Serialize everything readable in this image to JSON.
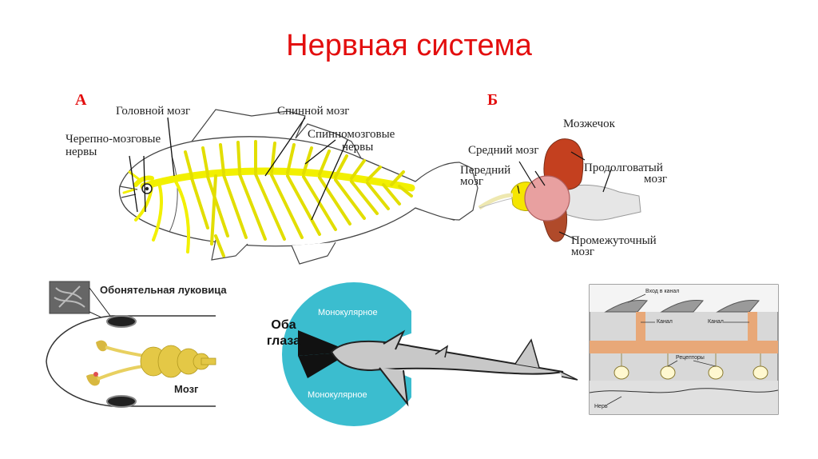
{
  "title": "Нервная система",
  "panel_a": {
    "letter": "А",
    "labels": {
      "brain": "Головной мозг",
      "spinal_cord": "Спинной мозг",
      "cranial_nerves_1": "Черепно-мозговые",
      "cranial_nerves_2": "нервы",
      "spinal_nerves_1": "Спинномозговые",
      "spinal_nerves_2": "нервы"
    }
  },
  "panel_b": {
    "letter": "Б",
    "labels": {
      "cerebellum": "Мозжечок",
      "midbrain": "Средний мозг",
      "forebrain_1": "Передний",
      "forebrain_2": "мозг",
      "medulla_1": "Продолговатый",
      "medulla_2": "мозг",
      "diencephalon_1": "Промежуточный",
      "diencephalon_2": "мозг"
    }
  },
  "panel_c": {
    "olfactory_bulb": "Обонятельная луковица",
    "brain": "Мозг"
  },
  "panel_d": {
    "both_eyes_1": "Оба",
    "both_eyes_2": "глаза",
    "monocular_top": "Монокулярное",
    "monocular_bottom": "Монокулярное"
  },
  "panel_e": {
    "canal_entrance": "Вход в канал",
    "canal_left": "Канал",
    "canal_right": "Канал",
    "receptors": "Рецепторы",
    "nerve": "Нерв"
  },
  "colors": {
    "title": "#e30e0e",
    "nerve_yellow": "#f2f000",
    "cerebellum": "#c4401f",
    "midbrain": "#e8a0a0",
    "forebrain": "#f5e600",
    "diencephalon": "#b04a2a",
    "eye_field": "#3bbdcf",
    "shark": "#c8c8c8",
    "canal_orange": "#e8a878"
  }
}
